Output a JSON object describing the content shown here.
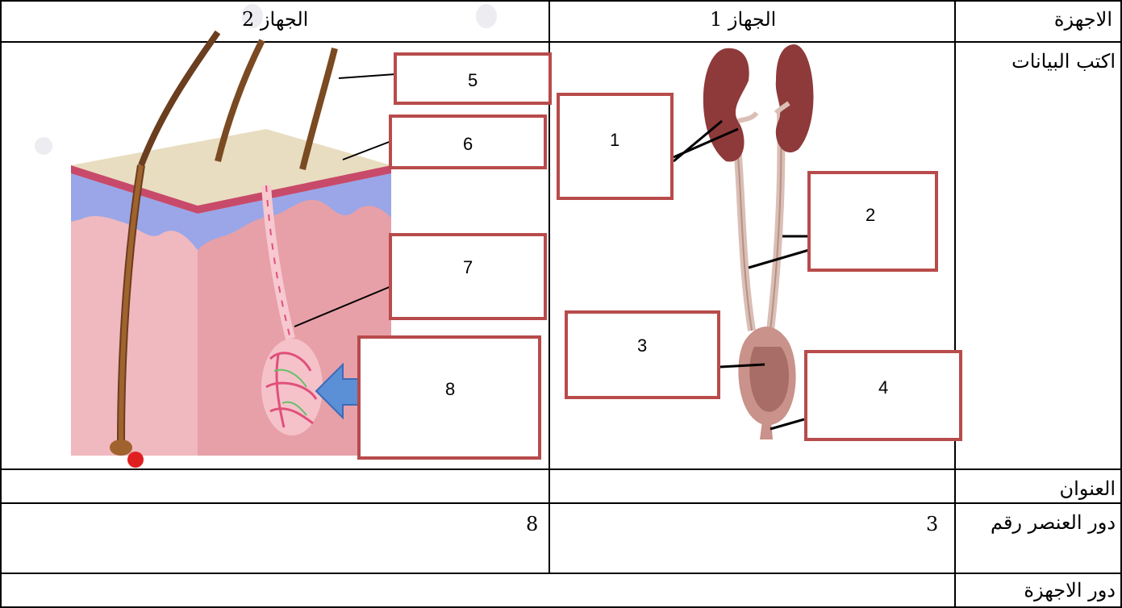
{
  "table": {
    "header": {
      "row_label": "الاجهزة",
      "system1": "الجهاز 1",
      "system2": "الجهاز 2"
    },
    "rows": {
      "labels_row": "اكتب البيانات",
      "title_row": "العنوان",
      "element_role_row": "دور العنصر رقم",
      "element1": "3",
      "element2": "8",
      "systems_role_row": "دور الاجهزة"
    }
  },
  "urinary_diagram": {
    "labels": [
      "1",
      "2",
      "3",
      "4"
    ]
  },
  "skin_diagram": {
    "labels": [
      "5",
      "6",
      "7",
      "8"
    ]
  },
  "colors": {
    "label_box_border": "#b84b4b",
    "kidney": "#8e3a3a",
    "arrow": "#5b8fd6"
  }
}
